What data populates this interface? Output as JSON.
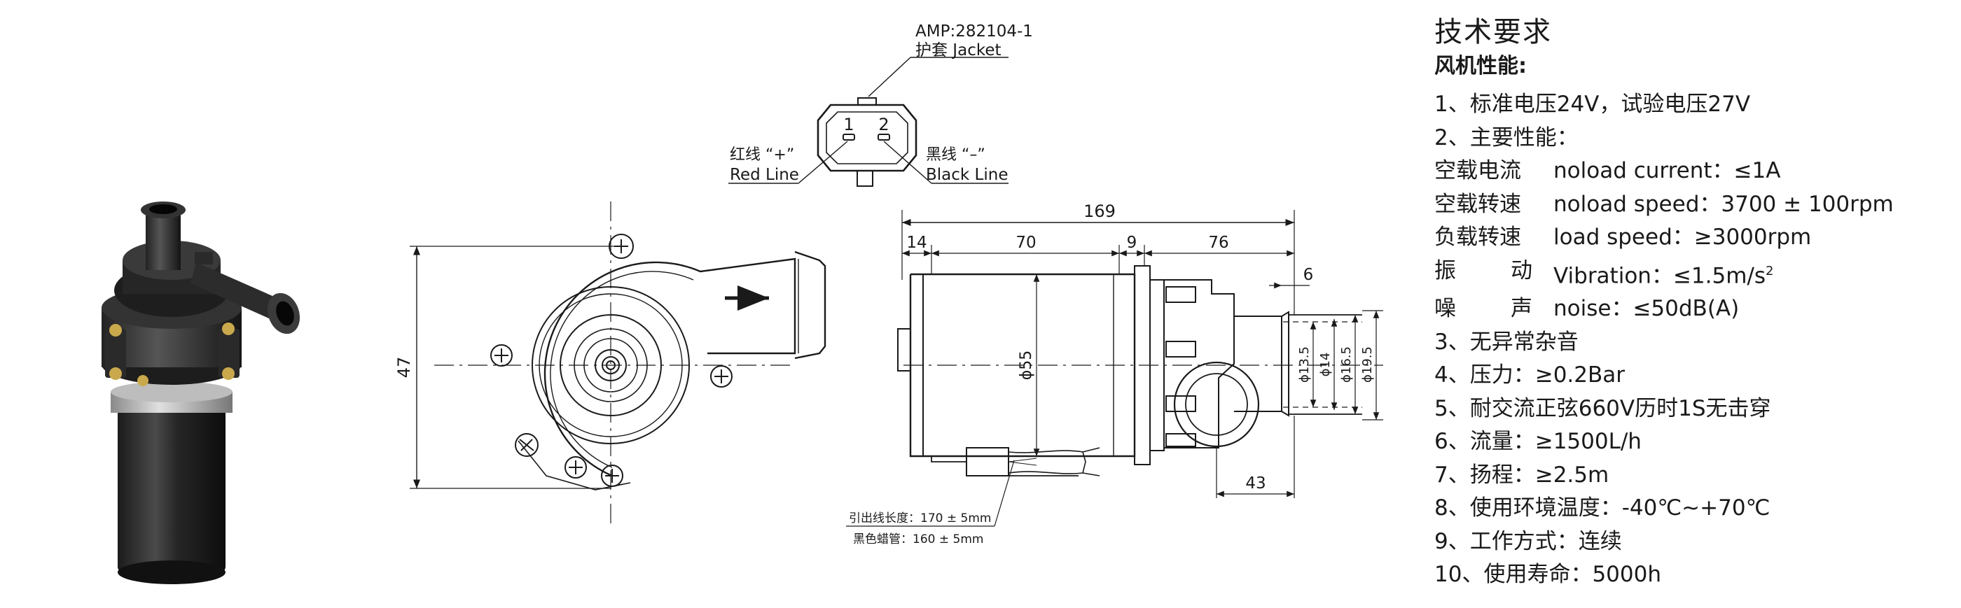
{
  "connector": {
    "amp_code": "AMP:282104-1",
    "jacket_label": "护套 Jacket",
    "pin1": "1",
    "pin2": "2",
    "red_wire_zh": "红线 “+”",
    "red_wire_en": "Red Line",
    "black_wire_zh": "黑线 “–”",
    "black_wire_en": "Black Line"
  },
  "front_view": {
    "height_dim": "47"
  },
  "side_view": {
    "overall_length": "169",
    "seg_a": "14",
    "seg_b": "70",
    "seg_c": "9",
    "seg_d": "76",
    "outlet_offset": "6",
    "body_dia": "ϕ55",
    "d1": "ϕ13.5",
    "d2": "ϕ14",
    "d3": "ϕ16.5",
    "d4": "ϕ19.5",
    "inlet_offset": "43",
    "lead_length": "引出线长度：170 ± 5mm",
    "sleeve_length": "黑色蜡管：160 ± 5mm"
  },
  "spec": {
    "title": "技术要求",
    "subtitle": "风机性能:",
    "item1": "1、标准电压24V，试验电压27V",
    "item2": "2、主要性能：",
    "rows": [
      {
        "zh": "空载电流",
        "en": "noload current：≤1A"
      },
      {
        "zh": "空载转速",
        "en": "noload speed：3700 ± 100rpm"
      },
      {
        "zh": "负载转速",
        "en": "load speed：≥3000rpm"
      }
    ],
    "vib_zh_a": "振",
    "vib_zh_b": "动",
    "vib_en": "Vibration：≤1.5m/s",
    "vib_sup": "2",
    "noise_zh_a": "噪",
    "noise_zh_b": "声",
    "noise_en": "noise：≤50dB(A)",
    "item3": "3、无异常杂音",
    "item4": "4、压力：≥0.2Bar",
    "item5": "5、耐交流正弦660V历时1S无击穿",
    "item6": "6、流量：≥1500L/h",
    "item7": "7、扬程：≥2.5m",
    "item8": "8、使用环境温度：-40℃~+70℃",
    "item9": "9、工作方式：连续",
    "item10": "10、使用寿命：5000h"
  }
}
